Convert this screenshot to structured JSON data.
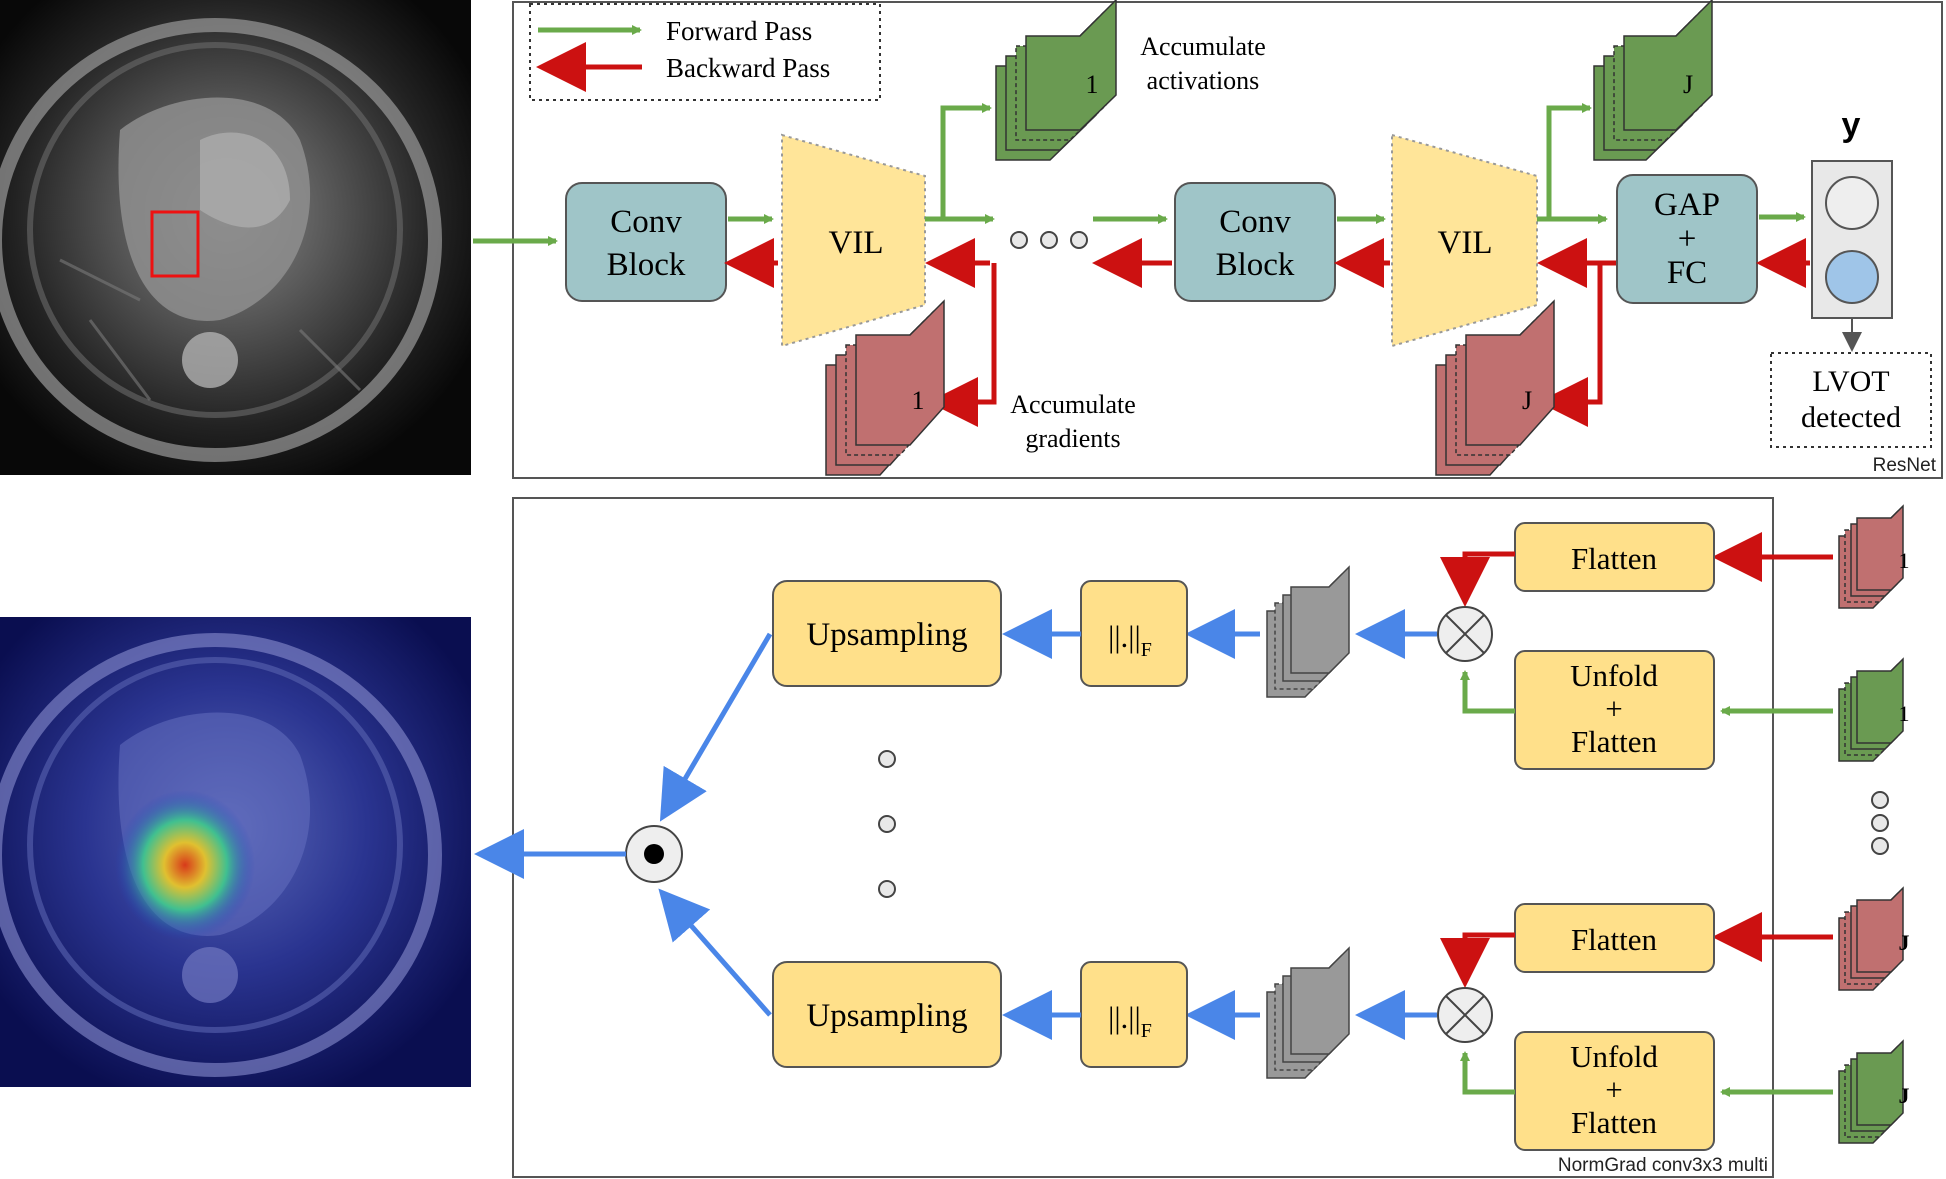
{
  "legend": {
    "forward_label": "Forward Pass",
    "backward_label": "Backward Pass"
  },
  "resnet": {
    "panel_label": "ResNet",
    "conv_block_line1": "Conv",
    "conv_block_line2": "Block",
    "vil_label": "VIL",
    "gap_line1": "GAP",
    "gap_line2": "+",
    "gap_line3": "FC",
    "output_label": "y",
    "accumulate_activations_line1": "Accumulate",
    "accumulate_activations_line2": "activations",
    "accumulate_gradients_line1": "Accumulate",
    "accumulate_gradients_line2": "gradients",
    "stack_index_first": "1",
    "stack_index_last": "J",
    "lvot_line1": "LVOT",
    "lvot_line2": "detected"
  },
  "normgrad": {
    "panel_label": "NormGrad conv3x3 multi",
    "flatten_label": "Flatten",
    "unfold_line1": "Unfold",
    "unfold_line2": "+",
    "unfold_line3": "Flatten",
    "upsampling_label": "Upsampling",
    "norm_label": "||.||",
    "norm_subscript": "F",
    "stack_index_first": "1",
    "stack_index_last": "J"
  },
  "colors": {
    "forward": "#6aaa4a",
    "backward": "#cc1111",
    "blue_arrow": "#4a86e8",
    "conv_block": "#9fc5c8",
    "vil": "#ffe599",
    "yellow_box": "#ffe08a",
    "green_stack": "#6a9a52",
    "red_stack": "#c07070",
    "gray_stack": "#999999"
  }
}
